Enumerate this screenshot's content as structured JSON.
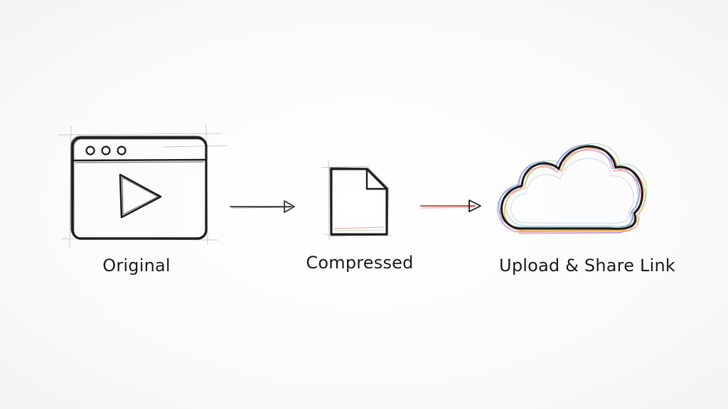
{
  "diagram": {
    "steps": [
      {
        "id": "original",
        "label": "Original",
        "icon": "video-window-icon"
      },
      {
        "id": "compressed",
        "label": "Compressed",
        "icon": "file-icon"
      },
      {
        "id": "upload",
        "label": "Upload & Share Link",
        "icon": "cloud-icon"
      }
    ],
    "arrows": [
      {
        "from": "original",
        "to": "compressed",
        "color": "#333333"
      },
      {
        "from": "compressed",
        "to": "upload",
        "color": "#d94a4a"
      }
    ],
    "colors": {
      "ink": "#1a1a1a",
      "accent_red": "#d94a4a",
      "cloud_blue": "#5a8fd8",
      "cloud_orange": "#f0a030",
      "cloud_pink": "#e86a9a"
    }
  }
}
